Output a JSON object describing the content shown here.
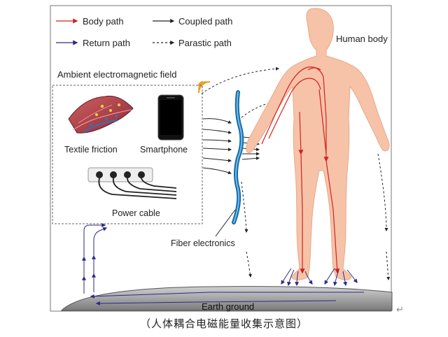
{
  "legend": {
    "body_path": "Body path",
    "coupled_path": "Coupled path",
    "return_path": "Return path",
    "parastic_path": "Parastic path"
  },
  "labels": {
    "human_body": "Human body",
    "ambient_field": "Ambient electromagnetic field",
    "textile_friction": "Textile friction",
    "smartphone": "Smartphone",
    "power_cable": "Power cable",
    "fiber_electronics": "Fiber electronics",
    "earth_ground": "Earth ground"
  },
  "caption": "（人体耦合电磁能量收集示意图）",
  "colors": {
    "body_path": "#d42020",
    "return_path": "#2a2a8a",
    "coupled_path": "#222222",
    "skin": "#f6c3a8",
    "fiber": "#2a8ac8",
    "ground": "#b8b8b8"
  }
}
